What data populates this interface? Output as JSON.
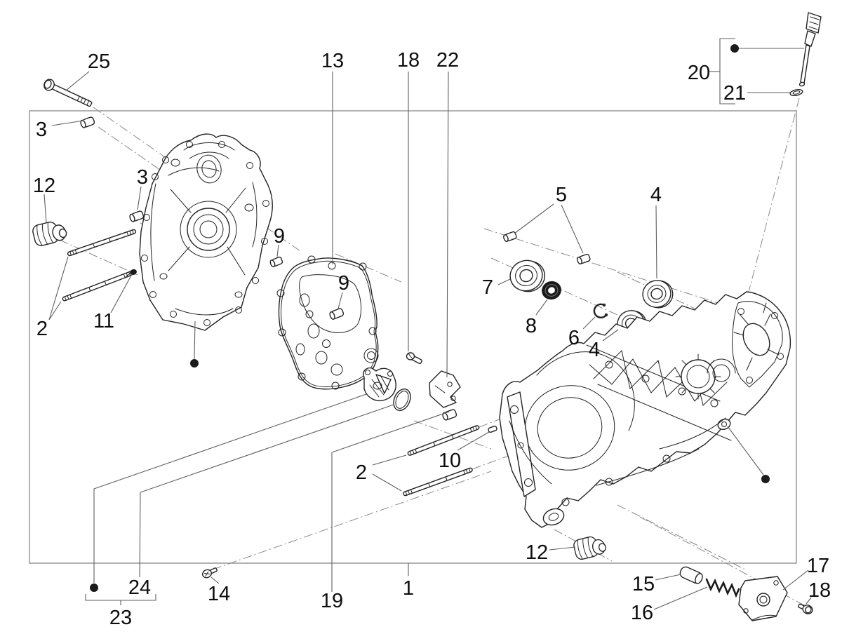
{
  "figure": {
    "callouts": {
      "c25": "25",
      "c3a": "3",
      "c12a": "12",
      "c3b": "3",
      "c2a": "2",
      "c11": "11",
      "c9a": "9",
      "c9b": "9",
      "c13": "13",
      "c18a": "18",
      "c22": "22",
      "c5": "5",
      "c4a": "4",
      "c7": "7",
      "c8": "8",
      "c6": "6",
      "c4b": "4",
      "c20": "20",
      "c21": "21",
      "c10": "10",
      "c2b": "2",
      "c12b": "12",
      "c14": "14",
      "c24": "24",
      "c23": "23",
      "c19": "19",
      "c1": "1",
      "c15": "15",
      "c16": "16",
      "c17": "17",
      "c18b": "18"
    },
    "colors": {
      "background": "#ffffff",
      "part_line": "#222222",
      "leader_line": "#5f5f5f",
      "center_line": "#8a8a8a",
      "frame": "#909090",
      "text": "#0e0e0e"
    }
  }
}
